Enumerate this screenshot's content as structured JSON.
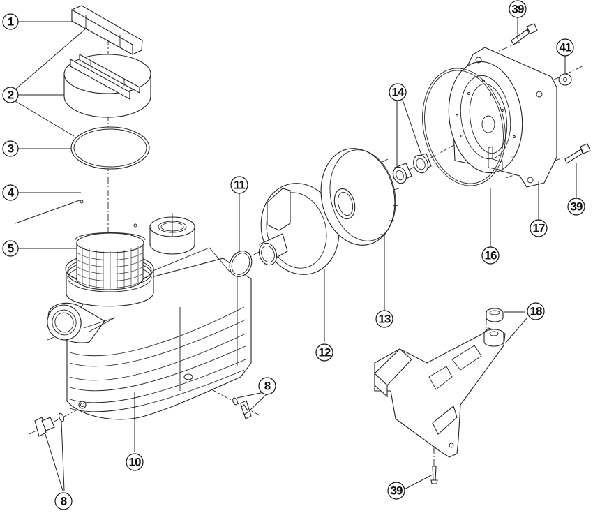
{
  "diagram": {
    "title": "Pool pump exploded parts diagram",
    "callouts": [
      {
        "id": "c1",
        "label": "1",
        "part": "lid-handle"
      },
      {
        "id": "c2",
        "label": "2",
        "part": "strainer-lid"
      },
      {
        "id": "c3",
        "label": "3",
        "part": "lid-o-ring"
      },
      {
        "id": "c4",
        "label": "4",
        "part": "basket-handle"
      },
      {
        "id": "c5",
        "label": "5",
        "part": "strainer-basket"
      },
      {
        "id": "c8a",
        "label": "8",
        "part": "drain-plug-and-o-ring"
      },
      {
        "id": "c8b",
        "label": "8",
        "part": "drain-plug-and-o-ring"
      },
      {
        "id": "c10",
        "label": "10",
        "part": "pump-body"
      },
      {
        "id": "c11",
        "label": "11",
        "part": "diffuser-o-ring"
      },
      {
        "id": "c12",
        "label": "12",
        "part": "diffuser"
      },
      {
        "id": "c13",
        "label": "13",
        "part": "impeller"
      },
      {
        "id": "c14",
        "label": "14",
        "part": "shaft-seal"
      },
      {
        "id": "c16",
        "label": "16",
        "part": "seal-plate-gasket"
      },
      {
        "id": "c17",
        "label": "17",
        "part": "seal-plate"
      },
      {
        "id": "c18",
        "label": "18",
        "part": "motor-support-and-bushing"
      },
      {
        "id": "c39a",
        "label": "39",
        "part": "bolt"
      },
      {
        "id": "c39b",
        "label": "39",
        "part": "bolt"
      },
      {
        "id": "c39c",
        "label": "39",
        "part": "screw"
      },
      {
        "id": "c41",
        "label": "41",
        "part": "washer"
      }
    ]
  }
}
